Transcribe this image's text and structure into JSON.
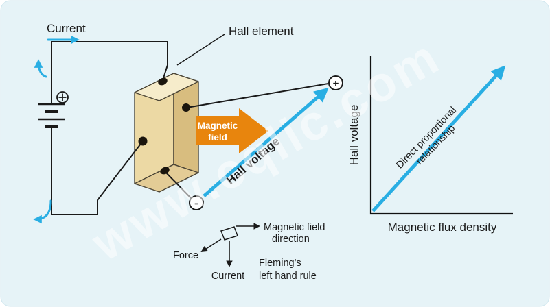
{
  "watermark": "www.cqlic.com",
  "circuit": {
    "current_label": "Current"
  },
  "hall": {
    "label": "Hall element",
    "magnetic_field_line1": "Magnetic",
    "magnetic_field_line2": "field",
    "voltage_label": "Hall voltage",
    "plus_terminal": "+",
    "minus_terminal": "-"
  },
  "fleming": {
    "field_line1": "Magnetic field",
    "field_line2": "direction",
    "force": "Force",
    "current": "Current",
    "rule_line1": "Fleming's",
    "rule_line2": "left hand rule"
  },
  "graph": {
    "ylabel": "Hall voltage",
    "xlabel": "Magnetic flux density",
    "annotation_line1": "Direct proportional",
    "annotation_line2": "relationship"
  },
  "colors": {
    "background": "#e6f3f7",
    "accent_cyan": "#29aee3",
    "accent_orange": "#e8850d",
    "element_front": "#ecd9a4",
    "element_top": "#f6eccb",
    "element_side": "#d8bd7f",
    "element_bottom": "#e3cc96",
    "line": "#1a1a1a"
  }
}
